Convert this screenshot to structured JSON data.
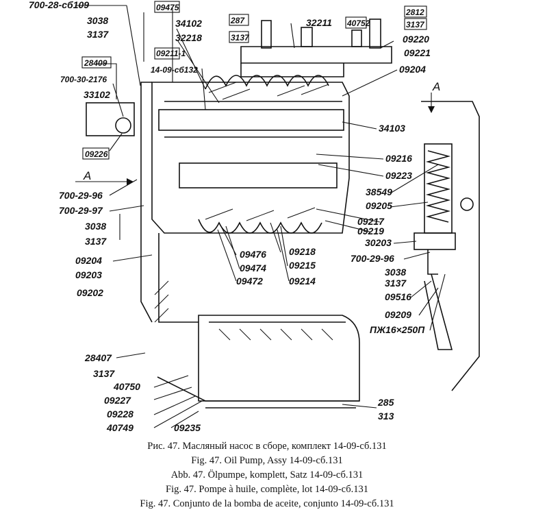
{
  "labels": {
    "l_700_28_sb109": "700-28-сб109",
    "l_3038_a": "3038",
    "l_3137_a": "3137",
    "l_28409": "28409",
    "l_700_30_2176": "700-30-2176",
    "l_33102": "33102",
    "l_09226": "09226",
    "l_09475": "09475",
    "l_34102": "34102",
    "l_32218": "32218",
    "l_09211_1": "09211-1",
    "l_14_09_sb132": "14-09-сб132",
    "l_287": "287",
    "l_3137_b": "3137",
    "l_32211": "32211",
    "l_40752": "40752",
    "l_2812": "2812",
    "l_3137_c": "3137",
    "l_09220": "09220",
    "l_09221": "09221",
    "l_09204_a": "09204",
    "l_34103": "34103",
    "l_09216": "09216",
    "l_09223": "09223",
    "l_38549": "38549",
    "l_09205": "09205",
    "l_09217": "09217",
    "l_09219": "09219",
    "l_30203": "30203",
    "l_700_29_96_b": "700-29-96",
    "l_3038_c": "3038",
    "l_3137_e": "3137",
    "l_09516": "09516",
    "l_09209": "09209",
    "l_pzh": "ПЖ16×250П",
    "l_A_left": "A",
    "l_A_right": "A",
    "l_700_29_96": "700-29-96",
    "l_700_29_97": "700-29-97",
    "l_3038_b": "3038",
    "l_3137_d": "3137",
    "l_09204_b": "09204",
    "l_09203": "09203",
    "l_09202": "09202",
    "l_09476": "09476",
    "l_09474": "09474",
    "l_09472": "09472",
    "l_09218": "09218",
    "l_09215": "09215",
    "l_09214": "09214",
    "l_28407": "28407",
    "l_3137_f": "3137",
    "l_40750": "40750",
    "l_09227": "09227",
    "l_09228": "09228",
    "l_40749": "40749",
    "l_09235": "09235",
    "l_285": "285",
    "l_313": "313"
  },
  "caption": {
    "ru": "Рис. 47. Масляный насос в сборе, комплект 14-09-сб.131",
    "en": "Fig. 47. Oil Pump, Assy 14-09-сб.131",
    "de": "Abb. 47. Ölpumpe, komplett, Satz 14-09-сб.131",
    "fr": "Fig. 47. Pompe à huile, complète, lot 14-09-сб.131",
    "es": "Fig. 47. Conjunto de la bomba de aceite, conjunto 14-09-сб.131"
  }
}
